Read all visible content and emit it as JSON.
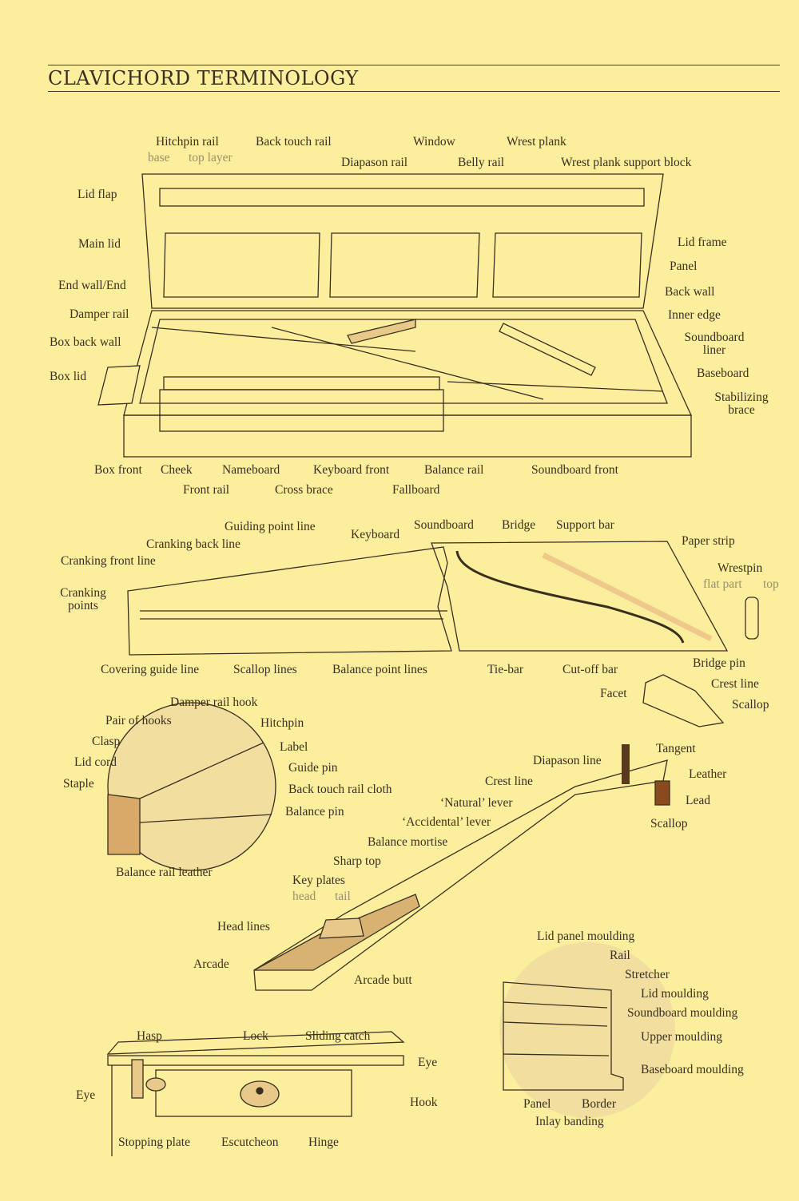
{
  "title": "CLAVICHORD TERMINOLOGY",
  "case": {
    "hitchpin_rail": "Hitchpin rail",
    "base": "base",
    "top_layer": "top layer",
    "back_touch_rail": "Back touch rail",
    "window": "Window",
    "wrest_plank": "Wrest plank",
    "diapason_rail": "Diapason rail",
    "belly_rail": "Belly rail",
    "wrest_plank_support_block": "Wrest plank support block",
    "lid_flap": "Lid flap",
    "main_lid": "Main lid",
    "end_wall": "End wall/End",
    "damper_rail": "Damper rail",
    "box_back_wall": "Box back wall",
    "box_lid": "Box lid",
    "lid_frame": "Lid frame",
    "panel": "Panel",
    "back_wall": "Back wall",
    "inner_edge": "Inner edge",
    "soundboard_liner_1": "Soundboard",
    "soundboard_liner_2": "liner",
    "baseboard": "Baseboard",
    "stabilizing_brace_1": "Stabilizing",
    "stabilizing_brace_2": "brace",
    "box_front": "Box front",
    "cheek": "Cheek",
    "nameboard": "Nameboard",
    "keyboard_front": "Keyboard front",
    "balance_rail": "Balance rail",
    "soundboard_front": "Soundboard front",
    "front_rail": "Front rail",
    "cross_brace": "Cross brace",
    "fallboard": "Fallboard"
  },
  "keyboard_soundboard": {
    "guiding_point_line": "Guiding point line",
    "keyboard": "Keyboard",
    "soundboard": "Soundboard",
    "bridge": "Bridge",
    "support_bar": "Support bar",
    "cranking_back_line": "Cranking back line",
    "cranking_front_line": "Cranking front line",
    "cranking_points_1": "Cranking",
    "cranking_points_2": "points",
    "paper_strip": "Paper strip",
    "wrestpin": "Wrestpin",
    "flat_part": "flat part",
    "top": "top",
    "covering_guide_line": "Covering guide line",
    "scallop_lines": "Scallop lines",
    "balance_point_lines": "Balance point lines",
    "tie_bar": "Tie-bar",
    "cut_off_bar": "Cut-off bar",
    "bridge_pin": "Bridge pin",
    "crest_line": "Crest line",
    "facet": "Facet",
    "scallop": "Scallop"
  },
  "detail": {
    "damper_rail_hook": "Damper rail hook",
    "pair_of_hooks": "Pair of hooks",
    "hitchpin": "Hitchpin",
    "clasp": "Clasp",
    "label": "Label",
    "lid_cord": "Lid cord",
    "guide_pin": "Guide pin",
    "staple": "Staple",
    "back_touch_rail_cloth": "Back touch rail cloth",
    "balance_pin": "Balance pin",
    "balance_rail_leather": "Balance rail leather"
  },
  "key": {
    "tangent": "Tangent",
    "diapason_line": "Diapason line",
    "leather": "Leather",
    "crest_line": "Crest line",
    "lead": "Lead",
    "natural_lever": "‘Natural’ lever",
    "scallop": "Scallop",
    "accidental_lever": "‘Accidental’ lever",
    "balance_mortise": "Balance mortise",
    "sharp_top": "Sharp top",
    "key_plates": "Key plates",
    "head": "head",
    "tail": "tail",
    "head_lines": "Head lines",
    "arcade": "Arcade",
    "arcade_butt": "Arcade butt"
  },
  "moulding": {
    "lid_panel_moulding": "Lid panel moulding",
    "rail": "Rail",
    "stretcher": "Stretcher",
    "lid_moulding": "Lid moulding",
    "soundboard_moulding": "Soundboard moulding",
    "upper_moulding": "Upper moulding",
    "baseboard_moulding": "Baseboard moulding",
    "panel": "Panel",
    "border": "Border",
    "inlay_banding": "Inlay banding"
  },
  "hardware": {
    "hasp": "Hasp",
    "lock": "Lock",
    "sliding_catch": "Sliding catch",
    "eye_right": "Eye",
    "eye_left": "Eye",
    "hook": "Hook",
    "stopping_plate": "Stopping plate",
    "escutcheon": "Escutcheon",
    "hinge": "Hinge"
  },
  "colors": {
    "paper": "#fbef9e",
    "ink": "#3a2f1c",
    "wood": "#e8c98a",
    "dark_wood": "#5a3a1c"
  }
}
